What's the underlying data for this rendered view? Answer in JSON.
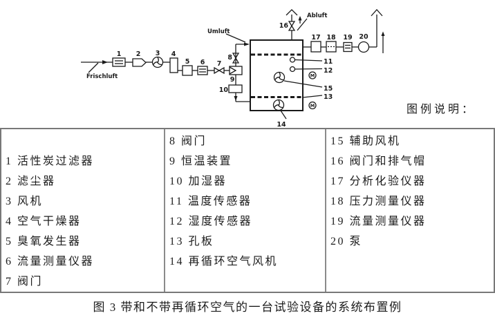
{
  "diagram": {
    "flow_labels": {
      "frischluft": "Frischluft",
      "umluft": "Umluft",
      "abluft": "Abluft"
    },
    "part_numbers": [
      "1",
      "2",
      "3",
      "4",
      "5",
      "6",
      "7",
      "8",
      "9",
      "10",
      "11",
      "12",
      "13",
      "14",
      "15",
      "16",
      "17",
      "18",
      "19",
      "20"
    ],
    "motor_label": "M"
  },
  "legend_title": "图例说明：",
  "legend_table": {
    "columns": [
      {
        "items": [
          "1 活性炭过滤器",
          "2 滤尘器",
          "3 风机",
          "4 空气干燥器",
          "5 臭氧发生器",
          "6 流量测量仪器",
          "7 阀门"
        ]
      },
      {
        "items": [
          "8 阀门",
          "9 恒温装置",
          "10 加湿器",
          "11 温度传感器",
          "12 湿度传感器",
          "13 孔板",
          "14 再循环空气风机"
        ]
      },
      {
        "items": [
          "15 辅助风机",
          "16 阀门和排气帽",
          "17 分析化验仪器",
          "18 压力测量仪器",
          "19 流量测量仪器",
          "20 泵"
        ]
      }
    ]
  },
  "caption": "图 3 带和不带再循环空气的一台试验设备的系统布置例"
}
